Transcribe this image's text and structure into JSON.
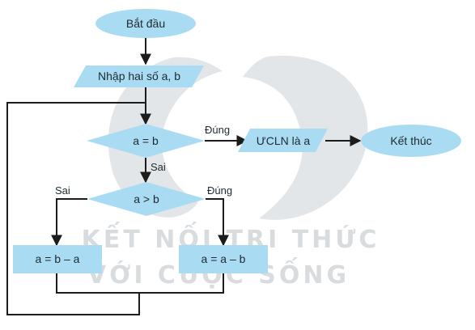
{
  "flowchart": {
    "start": "Bắt đầu",
    "input": "Nhập hai số a, b",
    "decision_equal": "a = b",
    "output": "ƯCLN là a",
    "end": "Kết thúc",
    "decision_greater": "a > b",
    "process_left": "a = b – a",
    "process_right": "a = a – b",
    "label_true_1": "Đúng",
    "label_false_1": "Sai",
    "label_false_2": "Sai",
    "label_true_2": "Đúng"
  },
  "watermark": {
    "line1": "KẾT NỐI TRI THỨC",
    "line2": "VỚI CUỘC SỐNG"
  },
  "colors": {
    "shape_fill": "#a9dcf2",
    "line": "#1c1c1c",
    "watermark": "#d9dcde"
  }
}
